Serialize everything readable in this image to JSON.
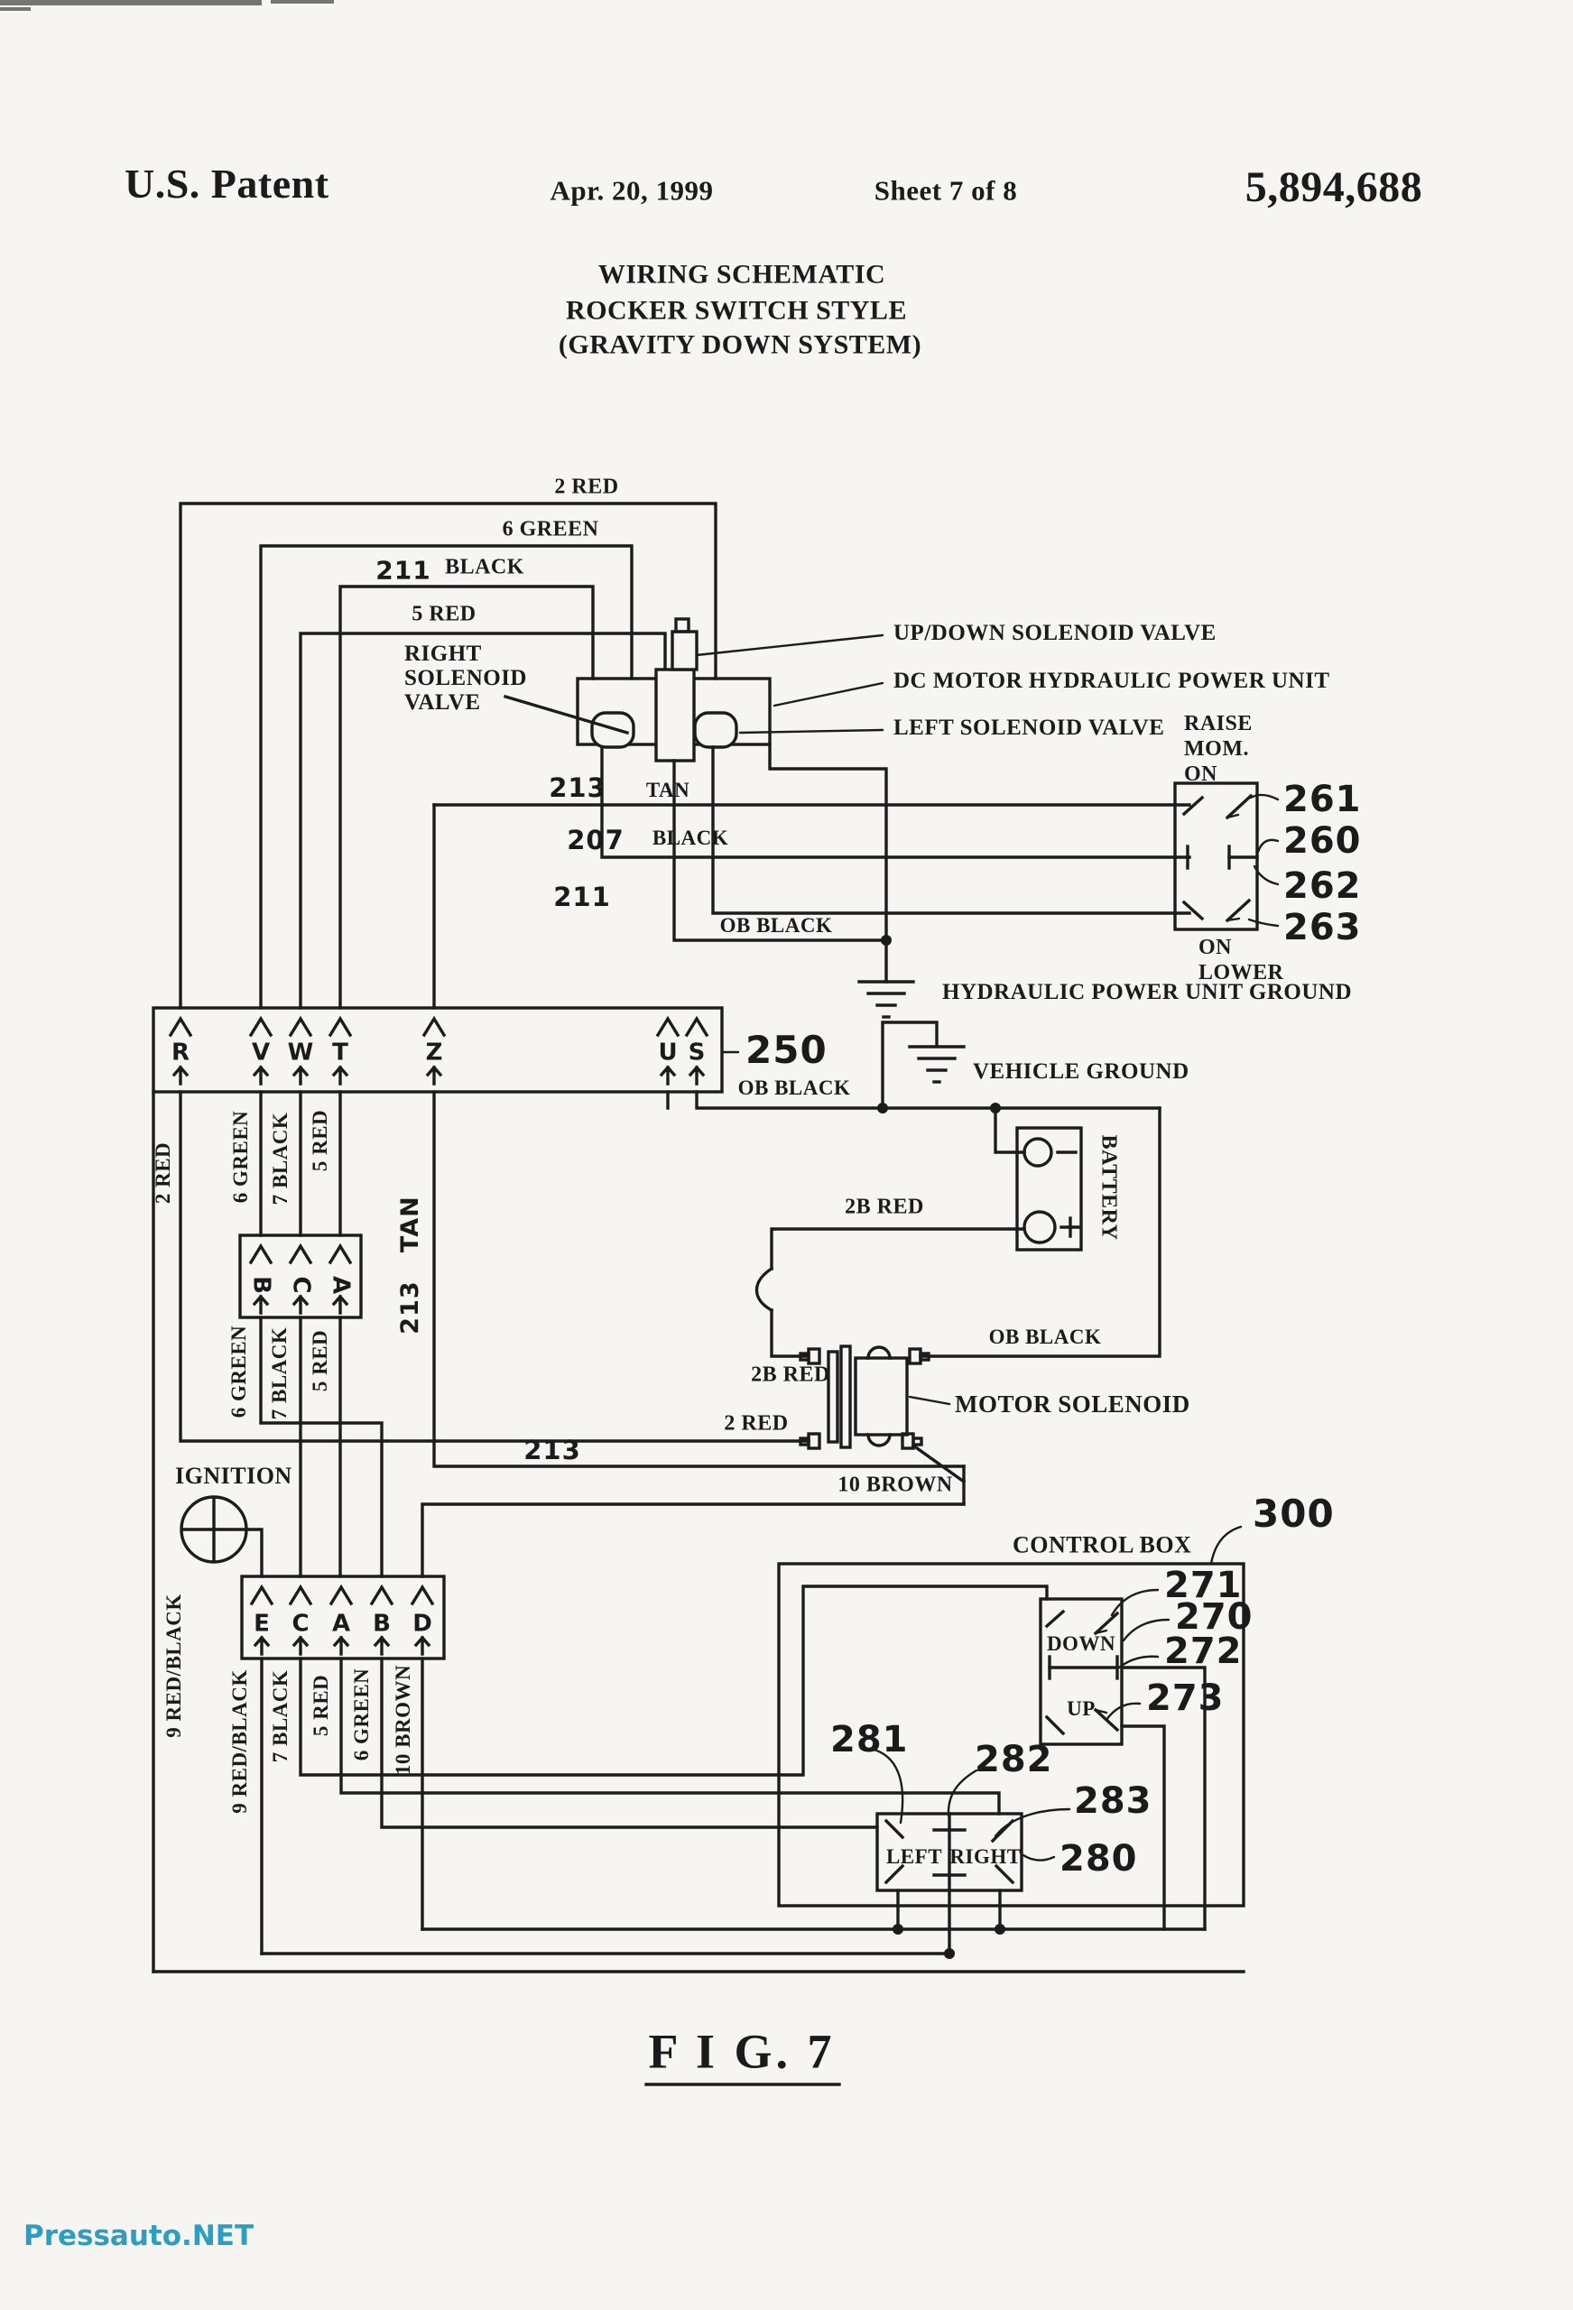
{
  "header": {
    "patent": "U.S. Patent",
    "date": "Apr. 20, 1999",
    "sheet": "Sheet 7 of 8",
    "number": "5,894,688"
  },
  "title": {
    "line1": "WIRING SCHEMATIC",
    "line2": "ROCKER SWITCH STYLE",
    "line3": "(GRAVITY DOWN SYSTEM)"
  },
  "figure_label": "F I G. 7",
  "watermark": "Pressauto.NET",
  "components": {
    "right_solenoid_valve_l1": "RIGHT",
    "right_solenoid_valve_l2": "SOLENOID",
    "right_solenoid_valve_l3": "VALVE",
    "updown_solenoid_valve": "UP/DOWN SOLENOID VALVE",
    "dc_motor_unit": "DC MOTOR HYDRAULIC POWER UNIT",
    "left_solenoid_valve": "LEFT SOLENOID VALVE",
    "hydraulic_ground": "HYDRAULIC POWER UNIT GROUND",
    "vehicle_ground": "VEHICLE GROUND",
    "battery": "BATTERY",
    "motor_solenoid": "MOTOR SOLENOID",
    "ignition": "IGNITION",
    "control_box": "CONTROL BOX",
    "control_box_ref": "300"
  },
  "raise_switch": {
    "above1": "RAISE",
    "above2": "MOM.",
    "above3": "ON",
    "below1": "ON",
    "below2": "LOWER",
    "refs": [
      "261",
      "260",
      "262",
      "263"
    ]
  },
  "rocker_switch": {
    "down": "DOWN",
    "up": "UP",
    "refs": [
      "271",
      "270",
      "272",
      "273"
    ]
  },
  "left_right_switch": {
    "left": "LEFT",
    "right": "RIGHT",
    "refs": [
      "281",
      "282",
      "283",
      "280"
    ]
  },
  "connector_250": {
    "ref": "250",
    "pins": [
      "R",
      "V",
      "W",
      "T",
      "Z",
      "U",
      "S"
    ]
  },
  "connector_bca": {
    "pins": [
      "B",
      "C",
      "A"
    ]
  },
  "connector_ecabd": {
    "pins": [
      "E",
      "C",
      "A",
      "B",
      "D"
    ]
  },
  "wire_labels": {
    "red2_top": "2 RED",
    "green6_top": "6 GREEN",
    "n211_top": "211",
    "c211_top": "BLACK",
    "red5_top": "5 RED",
    "n213": "213",
    "c213": "TAN",
    "n207": "207",
    "c207": "BLACK",
    "n211_mid": "211",
    "ob_black_top": "OB BLACK",
    "ob_black_mid": "OB BLACK",
    "ob_black_low": "OB BLACK",
    "red2_vert": "2 RED",
    "green6_vert_top": "6 GREEN",
    "black7_vert_top": "7 BLACK",
    "red5_vert_top": "5 RED",
    "tan213_vert": "213   TAN",
    "green6_vert_mid": "6 GREEN",
    "black7_vert_mid": "7 BLACK",
    "red5_vert_mid": "5 RED",
    "redblack9_left": "9 RED/BLACK",
    "redblack9_pin": "9 RED/BLACK",
    "black7_vert_bot": "7 BLACK",
    "red5_vert_bot": "5 RED",
    "green6_vert_bot": "6 GREEN",
    "brown10_vert": "10 BROWN",
    "red2b_upper": "2B RED",
    "red2b_lower": "2B RED",
    "red2_bottom": "2 RED",
    "n213_bottom": "213",
    "brown10": "10 BROWN"
  }
}
